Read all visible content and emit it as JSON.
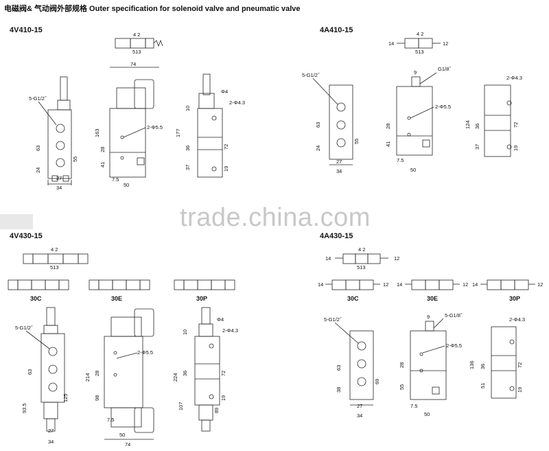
{
  "header": {
    "title": "电磁阀& 气动阀外部规格 Outer specification for solenoid valve and pneumatic valve"
  },
  "models": [
    "4V410-15",
    "4A410-15",
    "4V430-15",
    "4A430-15"
  ],
  "variants": [
    "30C",
    "30E",
    "30P"
  ],
  "watermark": "trade.china.com",
  "symbol_labels": {
    "top": "4 2",
    "bottom": "513",
    "left": "14",
    "right": "12"
  },
  "dims_4v410": {
    "port": "5-G1/2˝",
    "w_top": "74",
    "h_total": "163",
    "side_total": "177",
    "d63": "63",
    "d24": "24",
    "d55": "55",
    "d27": "27",
    "d34": "34",
    "d28": "28",
    "d41": "41",
    "d7_5": "7.5",
    "d50": "50",
    "hole": "2-Φ5.5",
    "phi4": "Φ4",
    "phi43": "2-Φ4.3",
    "d10": "10",
    "d36": "36",
    "d72": "72",
    "d37": "37",
    "d19": "19"
  },
  "dims_4a410": {
    "port": "5-G1/2˝",
    "pilot": "G1/8˝",
    "d9": "9",
    "hole": "2-Φ5.5",
    "phi43": "2-Φ4.3",
    "d63": "63",
    "d24": "24",
    "d55": "55",
    "d27": "27",
    "d34": "34",
    "d28": "28",
    "d41": "41",
    "d7_5": "7.5",
    "d50": "50",
    "d124": "124",
    "d36": "36",
    "d72": "72",
    "d37": "37",
    "d19": "19"
  },
  "dims_4v430": {
    "port": "5-G1/2˝",
    "d63": "63",
    "d93_5": "93.5",
    "d125": "125",
    "d27": "27",
    "d34": "34",
    "hole": "2-Φ5.5",
    "d214": "214",
    "d28": "28",
    "d98": "98",
    "d7_5": "7.5",
    "d50": "50",
    "d74": "74",
    "phi4": "Φ4",
    "phi43": "2-Φ4.3",
    "d10": "10",
    "d224": "224",
    "d36": "36",
    "d72": "72",
    "d107": "107",
    "d89": "89",
    "d19": "19"
  },
  "dims_4a430": {
    "port": "5-G1/2˝",
    "pilot": "5-G1/8˝",
    "d9": "9",
    "hole": "2-Φ5.5",
    "phi43": "2-Φ4.3",
    "d63": "63",
    "d38": "38",
    "d69": "69",
    "d27": "27",
    "d34": "34",
    "d28": "28",
    "d55": "55",
    "d7_5": "7.5",
    "d50": "50",
    "d136": "136",
    "d36": "36",
    "d72": "72",
    "d51": "51",
    "d19": "19"
  }
}
